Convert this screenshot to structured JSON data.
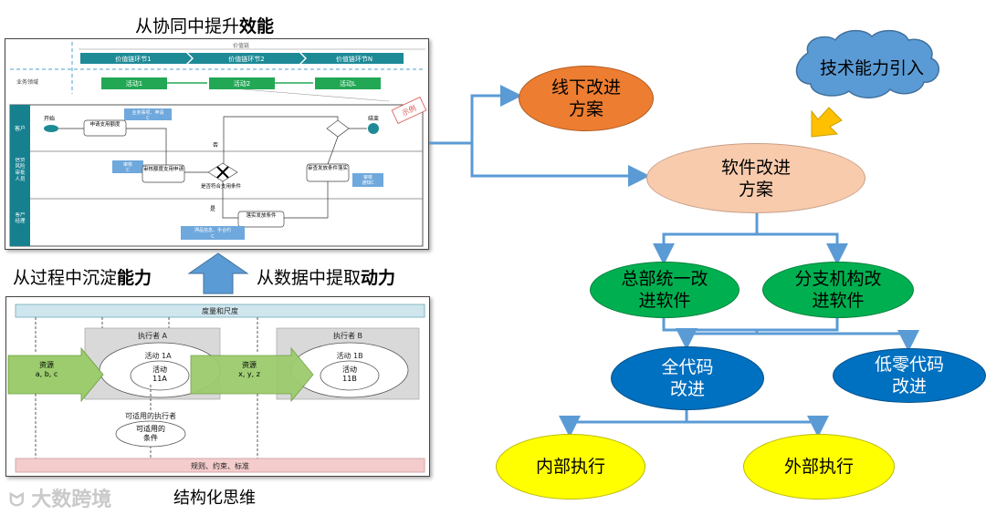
{
  "top_panel": {
    "title_prefix": "从协同中提升",
    "title_bold": "效能",
    "value_chain": "价值链",
    "chain_nodes": [
      "价值链环节1",
      "价值链环节2",
      "价值链环节N"
    ],
    "domain_label": "业务领域",
    "activities": [
      "活动1",
      "活动2",
      "活动L"
    ],
    "lanes": [
      "客户",
      "信贷风险审批人员",
      "客户经理"
    ],
    "start": "开始",
    "end": "结束",
    "step_apply": "申请支用额度",
    "note_business": "业务事项、申请",
    "note_business_sub": "C",
    "note_review": "审核",
    "note_review_sub": "C",
    "step_review": "审核额度支用申请",
    "decision": "是否符合支用条件",
    "no_label": "否",
    "yes_label": "是",
    "step_approve": "审查发放条件落实",
    "note_approve": "审核",
    "note_approve_sub": "通知C",
    "step_implement": "落实发放条件",
    "note_mortgage": "押品信息、手合约",
    "note_mortgage_sub": "C",
    "sample_stamp": "示例"
  },
  "middle": {
    "left_prefix": "从过程中沉淀",
    "left_bold": "能力",
    "right_prefix": "从数据中提取",
    "right_bold": "动力"
  },
  "bottom_panel": {
    "metric_bar": "度量和尺度",
    "executor_a": "执行者 A",
    "executor_b": "执行者 B",
    "activity_1a": "活动 1A",
    "activity_11a": "活动\n11A",
    "activity_1b": "活动 1B",
    "activity_11b": "活动\n11B",
    "resource_abc": "资源\na, b, c",
    "resource_xyz": "资源\nx, y, z",
    "applicable_executor": "可适用的执行者",
    "applicable_condition": "可适用的\n条件",
    "rules_bar": "规则、约束、标准",
    "caption": "结构化思维"
  },
  "flow": {
    "offline": "线下改进\n方案",
    "tech_cloud": "技术能力引入",
    "software": "软件改进\n方案",
    "hq": "总部统一改\n进软件",
    "branch": "分支机构改\n进软件",
    "full_code": "全代码\n改进",
    "low_code": "低零代码\n改进",
    "internal": "内部执行",
    "external": "外部执行"
  },
  "watermark": "大数跨境",
  "colors": {
    "arrow_blue": "#5b9bd5",
    "offline_orange": "#ed7d31",
    "software_peach": "#f8cbad",
    "green": "#00b050",
    "dark_blue": "#0070c0",
    "yellow": "#ffff00",
    "cloud_blue": "#5b9bd5",
    "teal": "#17808f"
  }
}
